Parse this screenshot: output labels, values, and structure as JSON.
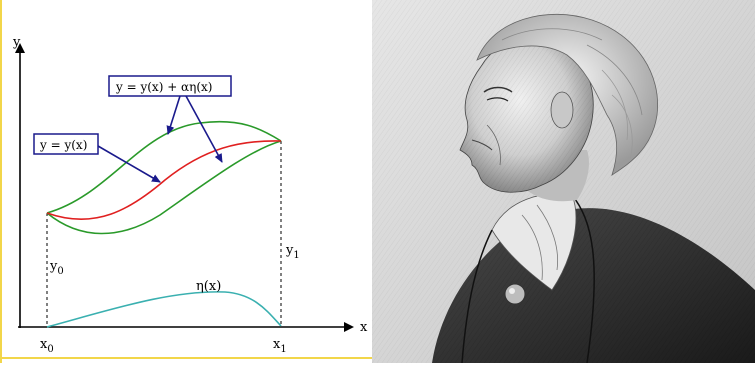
{
  "diagram": {
    "axis_x_label": "x",
    "axis_y_label": "y",
    "x0_label": "x",
    "x0_sub": "0",
    "x1_label": "x",
    "x1_sub": "1",
    "y0_label": "y",
    "y0_sub": "0",
    "y1_label": "y",
    "y1_sub": "1",
    "eta_label": "η(x)",
    "box_varied_label": "y = y(x) + αη(x)",
    "box_extremal_label": "y = y(x)",
    "colors": {
      "extremal_curve": "#e02020",
      "varied_curves": "#2a9a2a",
      "eta_curve": "#3ab0b0",
      "box_border": "#1a1a8c",
      "arrows": "#1a1a8c",
      "frame_accent": "#f2d64a"
    }
  },
  "portrait": {
    "description_icon": "engraved-portrait-icon"
  }
}
